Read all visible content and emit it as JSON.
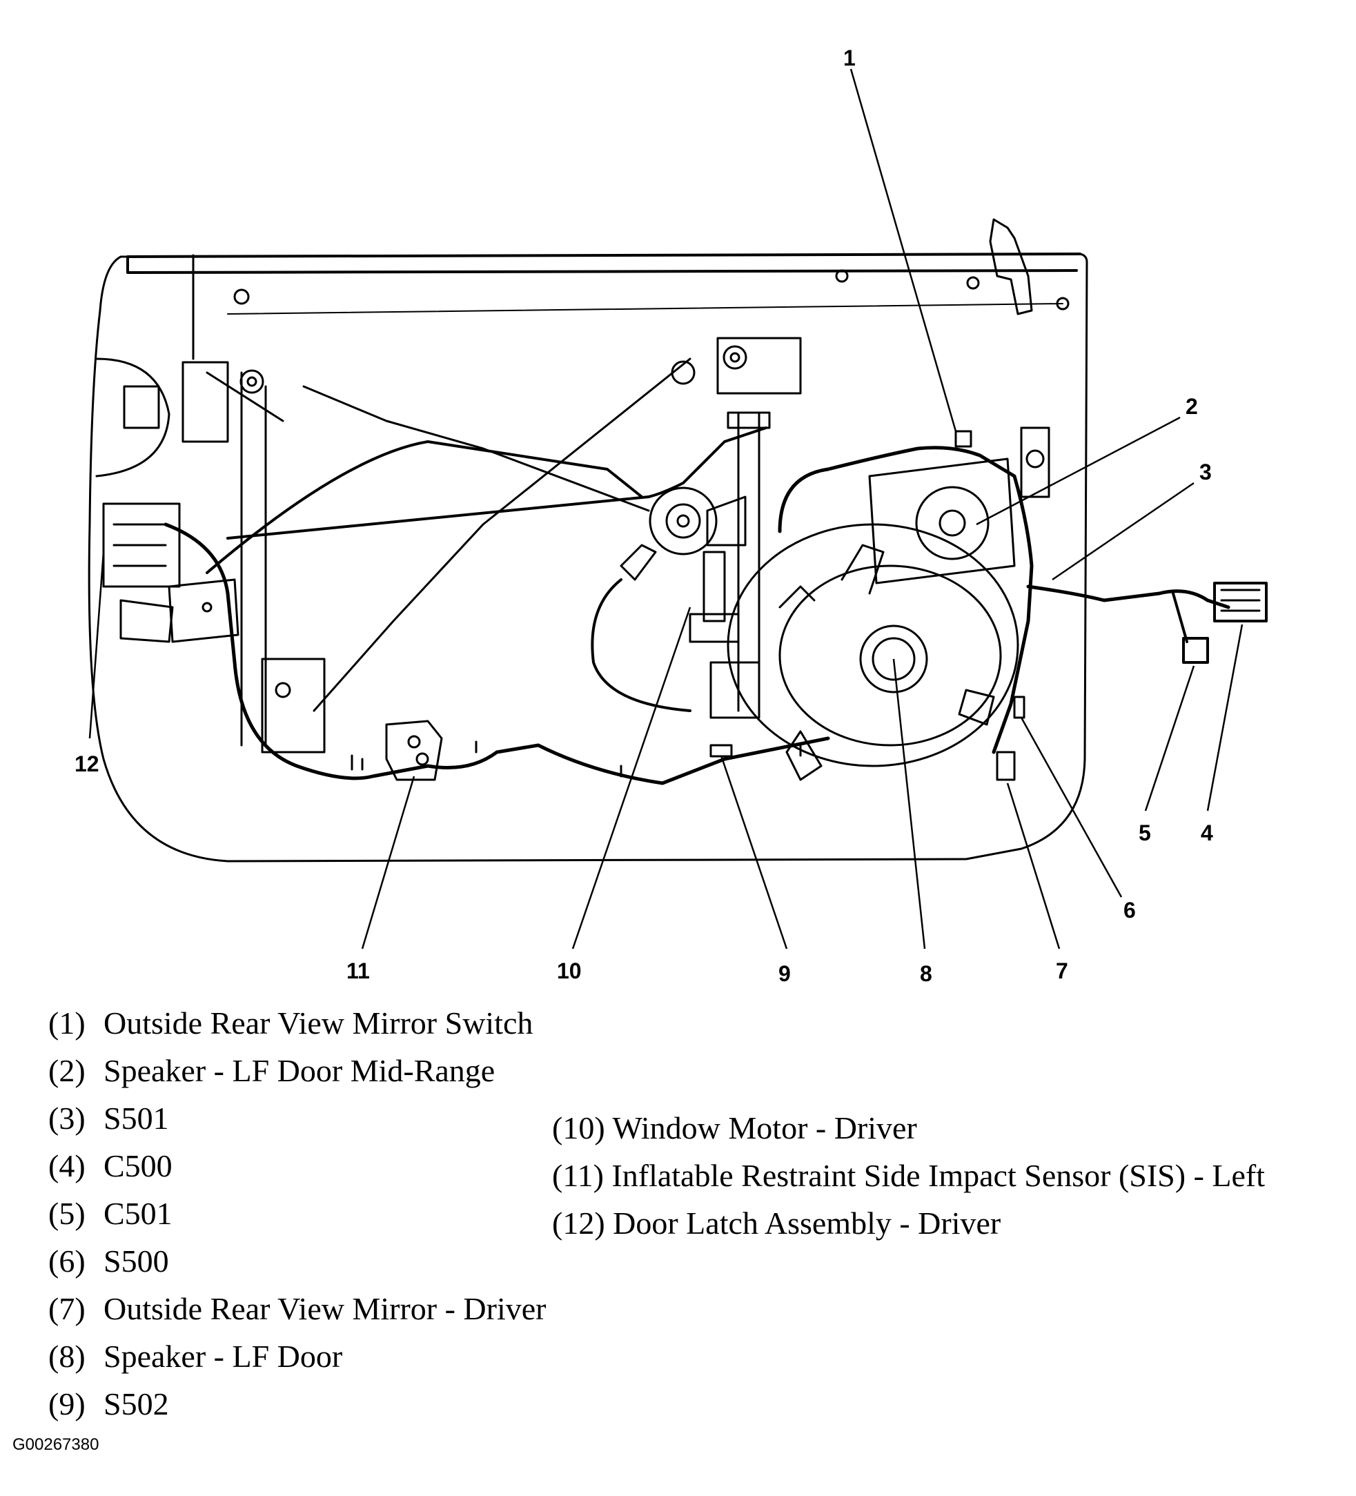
{
  "diagram": {
    "callouts": [
      "1",
      "2",
      "3",
      "4",
      "5",
      "6",
      "7",
      "8",
      "9",
      "10",
      "11",
      "12"
    ]
  },
  "legend": [
    {
      "num": "(1)",
      "label": "Outside Rear View Mirror Switch"
    },
    {
      "num": "(2)",
      "label": "Speaker - LF Door Mid-Range"
    },
    {
      "num": "(3)",
      "label": "S501"
    },
    {
      "num": "(4)",
      "label": "C500"
    },
    {
      "num": "(5)",
      "label": "C501"
    },
    {
      "num": "(6)",
      "label": "S500"
    },
    {
      "num": "(7)",
      "label": "Outside Rear View Mirror - Driver"
    },
    {
      "num": "(8)",
      "label": "Speaker - LF Door"
    },
    {
      "num": "(9)",
      "label": "S502"
    },
    {
      "num": "(10)",
      "label": "Window Motor - Driver"
    },
    {
      "num": "(11)",
      "label": "Inflatable Restraint Side Impact Sensor (SIS) - Left"
    },
    {
      "num": "(12)",
      "label": "Door Latch Assembly - Driver"
    }
  ],
  "figure_id": "G00267380"
}
